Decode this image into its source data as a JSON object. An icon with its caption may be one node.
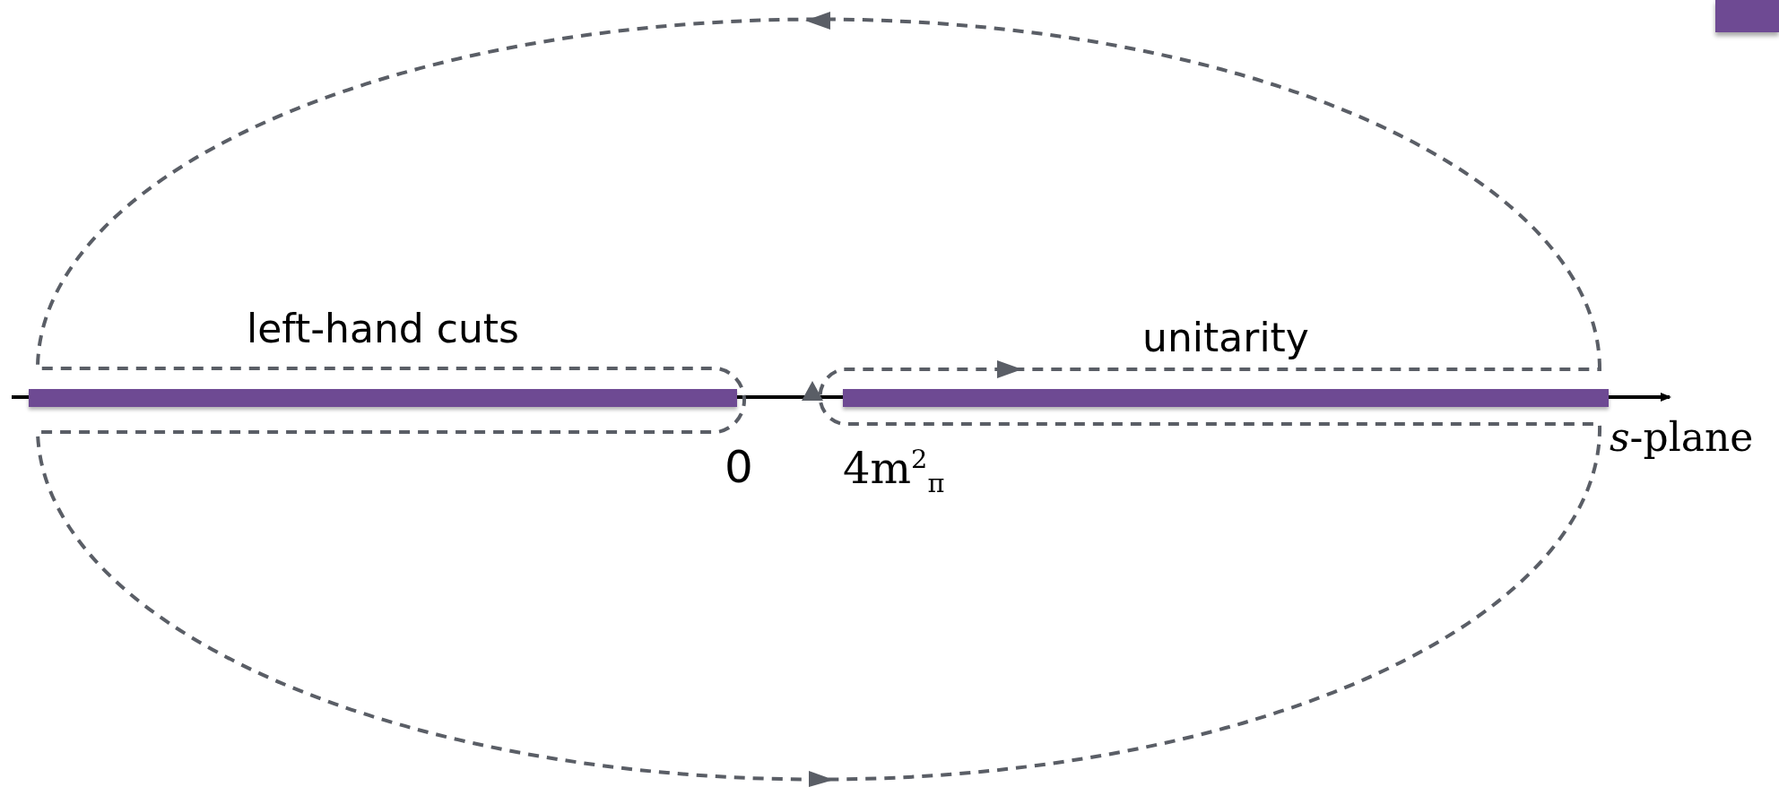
{
  "diagram": {
    "nodes": [
      {
        "text": [
          "left-hand cuts"
        ]
      },
      {
        "text": [
          "unitarity"
        ]
      }
    ],
    "labels": [
      "0",
      "4m$^{2}$$_{π}$",
      "*s*-plane"
    ]
  }
}
